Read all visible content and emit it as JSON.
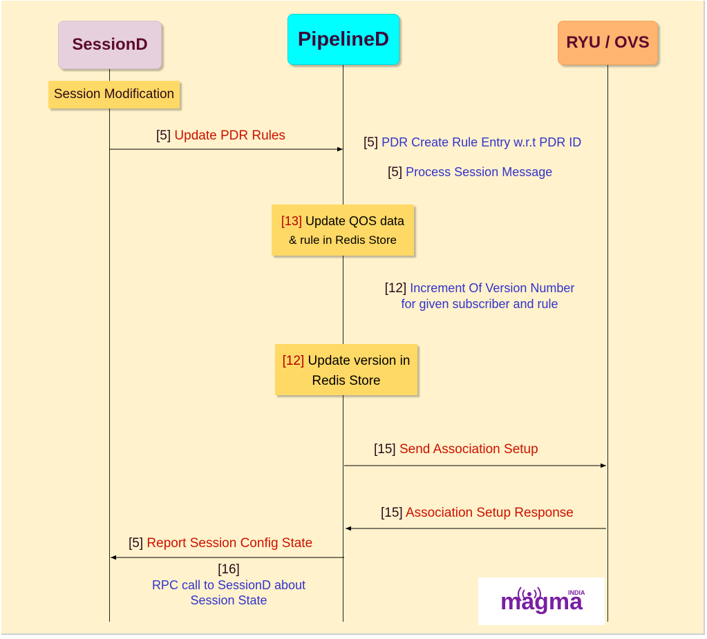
{
  "participants": {
    "sessiond": {
      "label": "SessionD",
      "color": "#e6d0de"
    },
    "pipelined": {
      "label": "PipelineD",
      "color": "#00ffff"
    },
    "ryu_ovs": {
      "label": "RYU / OVS",
      "color": "#ffb570"
    }
  },
  "notes": {
    "session_modification": "Session Modification",
    "update_qos": {
      "num": "[13]",
      "line1": "Update QOS data",
      "line2": "& rule in Redis Store"
    },
    "update_version": {
      "num": "[12]",
      "line1": "Update version in",
      "line2": "Redis Store"
    }
  },
  "messages": {
    "update_pdr": {
      "num": "[5]",
      "text": "Update PDR Rules"
    },
    "send_assoc": {
      "num": "[15]",
      "text": "Send Association Setup"
    },
    "assoc_resp": {
      "num": "[15]",
      "text": "Association Setup Response"
    },
    "report_state": {
      "num": "[5]",
      "text": "Report Session Config State"
    }
  },
  "annotations": {
    "pdr_create": {
      "num": "[5]",
      "text": "PDR Create Rule Entry w.r.t PDR ID"
    },
    "process_msg": {
      "num": "[5]",
      "text": "Process Session Message"
    },
    "increment_version": {
      "num": "[12]",
      "line1": "Increment Of Version Number",
      "line2": "for given subscriber and rule"
    },
    "rpc_call": {
      "num": "[16]",
      "line1": "RPC call to SessionD about",
      "line2": "Session State"
    }
  },
  "logo": {
    "text": "magma",
    "sub": "INDIA",
    "color": "#7a1fa2"
  },
  "colors": {
    "background": "#fff2cc",
    "note": "#ffd966",
    "message": "#cc1100",
    "annotation": "#3333cc"
  }
}
